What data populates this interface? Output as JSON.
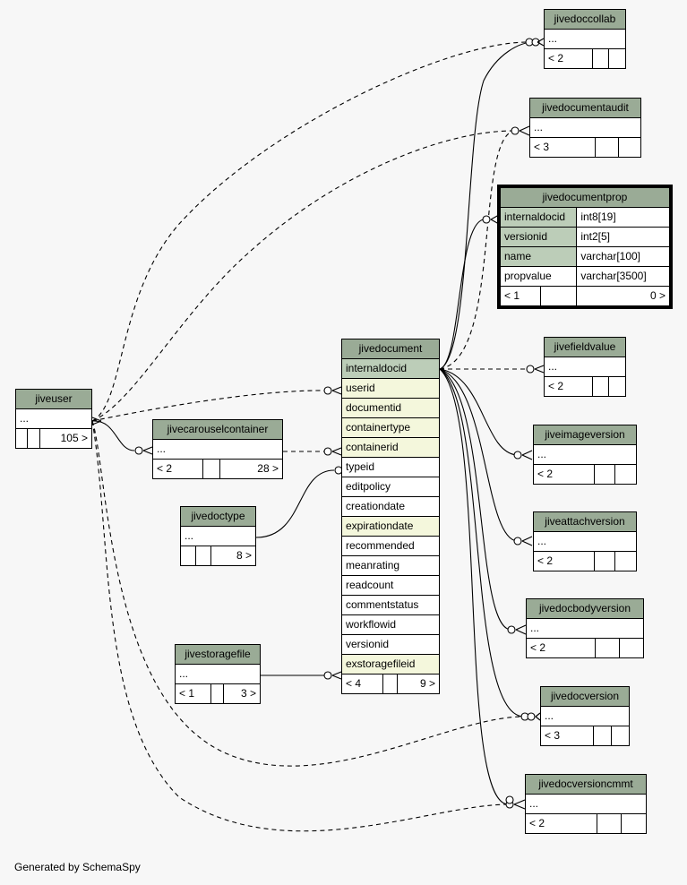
{
  "footer": "Generated by SchemaSpy",
  "tables": {
    "jivedoccollab": {
      "name": "jivedoccollab",
      "body": "...",
      "parents": "< 2",
      "children": ""
    },
    "jivedocumentaudit": {
      "name": "jivedocumentaudit",
      "body": "...",
      "parents": "< 3",
      "children": ""
    },
    "jivedocumentprop": {
      "name": "jivedocumentprop",
      "columns": [
        {
          "name": "internaldocid",
          "type": "int8[19]"
        },
        {
          "name": "versionid",
          "type": "int2[5]"
        },
        {
          "name": "name",
          "type": "varchar[100]"
        },
        {
          "name": "propvalue",
          "type": "varchar[3500]"
        }
      ],
      "parents": "< 1",
      "children": "0 >"
    },
    "jivefieldvalue": {
      "name": "jivefieldvalue",
      "body": "...",
      "parents": "< 2",
      "children": ""
    },
    "jiveimageversion": {
      "name": "jiveimageversion",
      "body": "...",
      "parents": "< 2",
      "children": ""
    },
    "jiveattachversion": {
      "name": "jiveattachversion",
      "body": "...",
      "parents": "< 2",
      "children": ""
    },
    "jivedocbodyversion": {
      "name": "jivedocbodyversion",
      "body": "...",
      "parents": "< 2",
      "children": ""
    },
    "jivedocversion": {
      "name": "jivedocversion",
      "body": "...",
      "parents": "< 3",
      "children": ""
    },
    "jivedocversioncmmt": {
      "name": "jivedocversioncmmt",
      "body": "...",
      "parents": "< 2",
      "children": ""
    },
    "jiveuser": {
      "name": "jiveuser",
      "body": "...",
      "parents": "",
      "children": "105 >"
    },
    "jivecarouselcontainer": {
      "name": "jivecarouselcontainer",
      "body": "...",
      "parents": "< 2",
      "children": "28 >"
    },
    "jivedoctype": {
      "name": "jivedoctype",
      "body": "...",
      "parents": "",
      "children": "8 >"
    },
    "jivestoragefile": {
      "name": "jivestoragefile",
      "body": "...",
      "parents": "< 1",
      "children": "3 >"
    },
    "jivedocument": {
      "name": "jivedocument",
      "columns": [
        "internaldocid",
        "userid",
        "documentid",
        "containertype",
        "containerid",
        "typeid",
        "editpolicy",
        "creationdate",
        "expirationdate",
        "recommended",
        "meanrating",
        "readcount",
        "commentstatus",
        "workflowid",
        "versionid",
        "exstoragefileid"
      ],
      "parents": "< 4",
      "children": "9 >"
    }
  }
}
